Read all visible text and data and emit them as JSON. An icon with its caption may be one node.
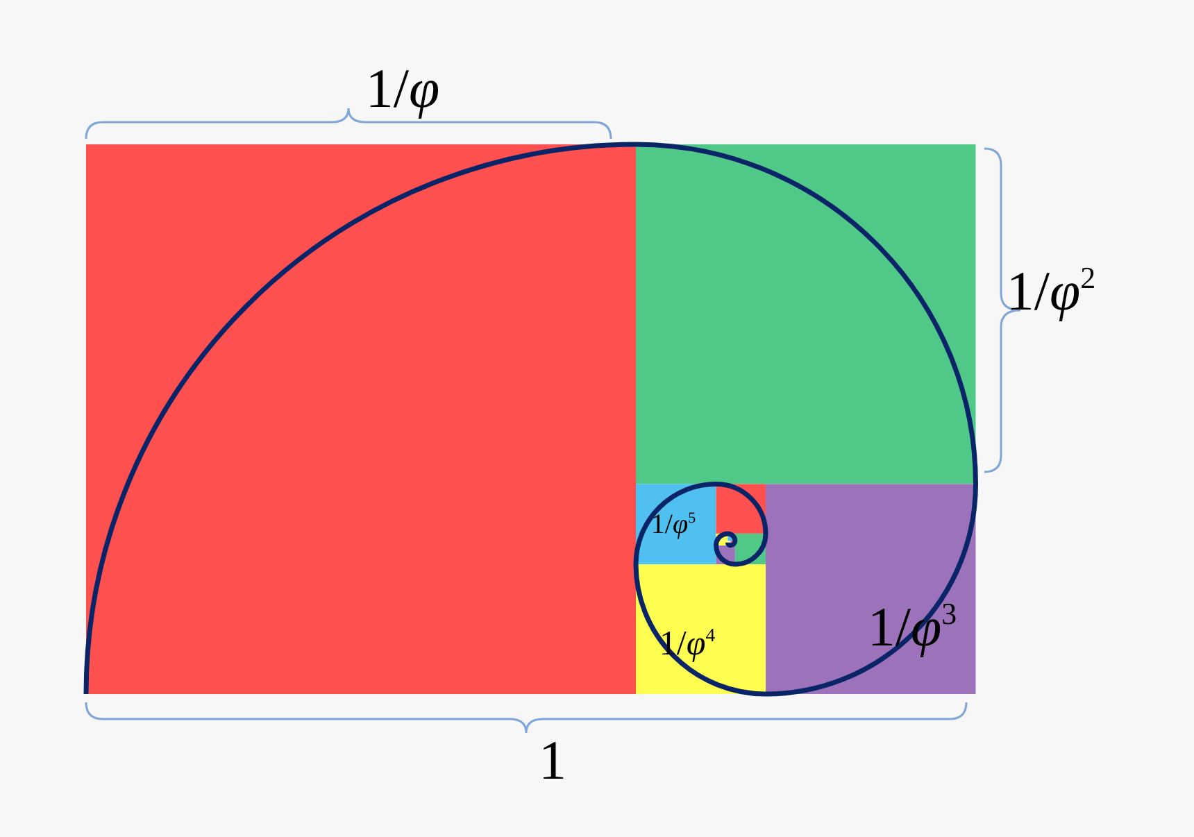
{
  "diagram": {
    "labels": [
      "1/*φ*",
      "1/*φ*$^{2}$",
      "1/*φ*$^{5}$",
      "1/*φ*$^{4}$",
      "1/*φ*$^{3}$",
      "1"
    ]
  }
}
